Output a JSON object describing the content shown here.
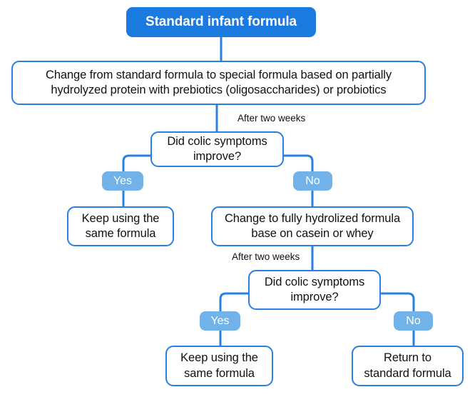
{
  "diagram": {
    "title": "Standard infant formula",
    "colors": {
      "header_blue": "#1a7ae0",
      "border_blue": "#2a7fe0",
      "pill_blue": "#71b2e9",
      "connector_blue": "#2a7fe0",
      "text": "#111111",
      "background": "#ffffff"
    },
    "nodes": {
      "start": "Standard infant formula",
      "step1": "Change from standard formula to special formula based on partially hydrolyzed protein with prebiotics (oligosaccharides) or probiotics",
      "decision1": "Did colic symptoms improve?",
      "outcome1_yes": "Keep using the same formula",
      "outcome1_no": "Change to fully hydrolized formula base on casein or whey",
      "decision2": "Did colic symptoms improve?",
      "outcome2_yes": "Keep using the same formula",
      "outcome2_no": "Return to standard formula"
    },
    "edge_labels": {
      "wait1": "After two weeks",
      "wait2": "After two weeks"
    },
    "branch_labels": {
      "d1_yes": "Yes",
      "d1_no": "No",
      "d2_yes": "Yes",
      "d2_no": "No"
    }
  }
}
